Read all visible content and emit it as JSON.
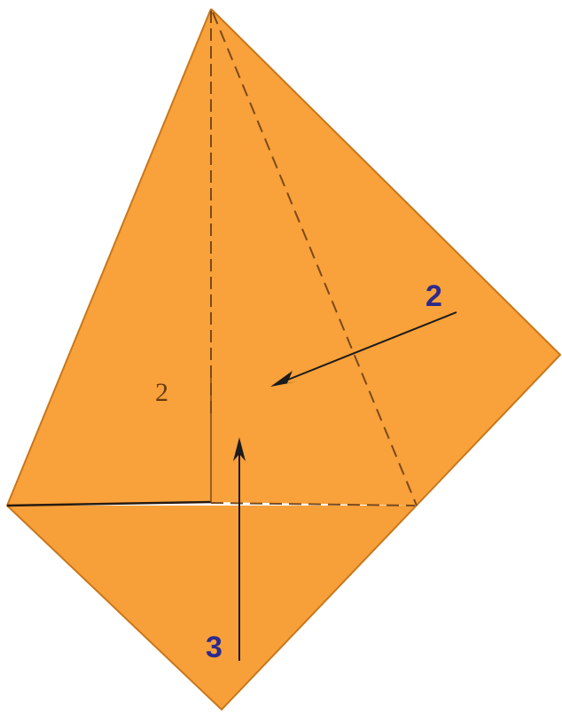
{
  "diagram": {
    "step_labels": {
      "arrow_2": "2",
      "arrow_3": "3",
      "face": "2"
    },
    "colors": {
      "paper": "#F9A13A",
      "paper_lower": "#F7A03A",
      "paper_edge": "#C9771A",
      "crease_dashed": "#7A4A1C",
      "crease_solid": "#2A1A10",
      "arrow": "#1B1B1B",
      "label_blue": "#2C2A8C",
      "label_face": "#6A3A10"
    }
  }
}
